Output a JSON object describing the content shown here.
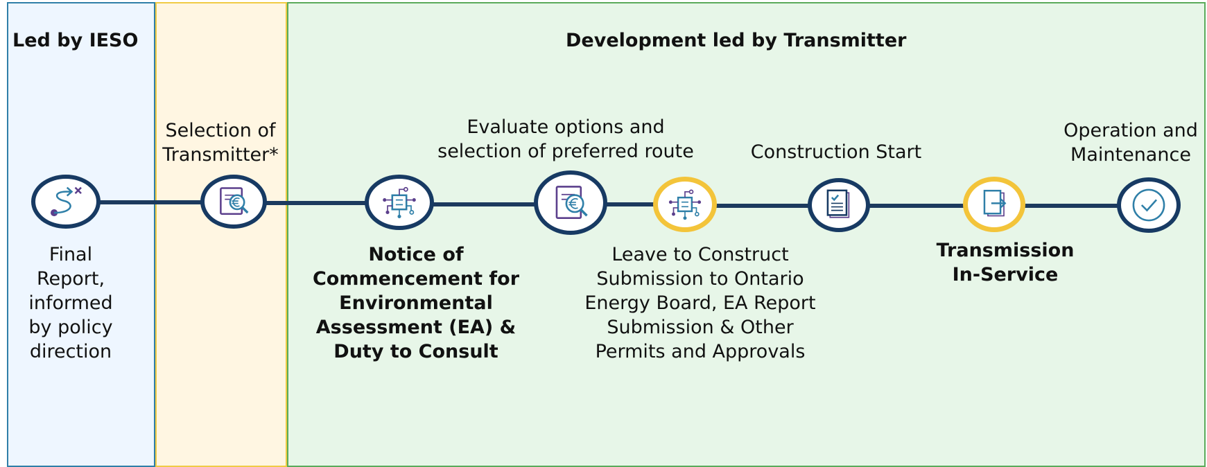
{
  "panels": {
    "ieso": {
      "title": "Led by IESO"
    },
    "selection": {
      "title": ""
    },
    "development": {
      "title": "Development led by Transmitter"
    }
  },
  "milestones": [
    {
      "id": "final-report",
      "label": [
        "Final",
        "Report,",
        "informed",
        "by policy",
        "direction"
      ],
      "icon": "route-icon"
    },
    {
      "id": "selection-transmitter",
      "label": [
        "Selection of",
        "Transmitter*"
      ],
      "icon": "document-search-icon"
    },
    {
      "id": "notice-commencement",
      "label": [
        "Notice of",
        "Commencement for",
        "Environmental",
        "Assessment (EA) &",
        "Duty to Consult"
      ],
      "icon": "circuit-icon"
    },
    {
      "id": "evaluate-options",
      "label": [
        "Evaluate options and",
        "selection of preferred route"
      ],
      "icon": "document-search-icon"
    },
    {
      "id": "leave-to-construct",
      "label": [
        "Leave to Construct",
        "Submission to Ontario",
        "Energy Board, EA Report",
        "Submission & Other",
        "Permits and Approvals"
      ],
      "icon": "circuit-icon"
    },
    {
      "id": "construction-start",
      "label": [
        "Construction Start"
      ],
      "icon": "checklist-icon"
    },
    {
      "id": "transmission-in-service",
      "label": [
        "Transmission",
        "In-Service"
      ],
      "icon": "export-icon"
    },
    {
      "id": "operation-maintenance",
      "label": [
        "Operation and",
        "Maintenance"
      ],
      "icon": "check-circle-icon"
    }
  ],
  "colors": {
    "navy": "#173a63",
    "gold": "#f3c43a",
    "teal": "#2f7fa8",
    "purple": "#5b3f8c"
  }
}
